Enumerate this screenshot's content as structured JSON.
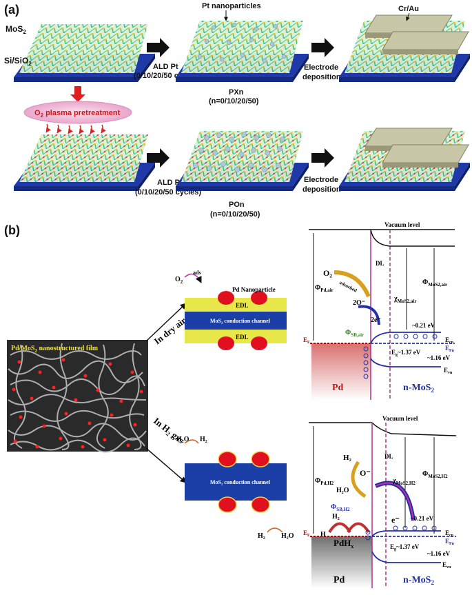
{
  "panel_a": {
    "label": "(a)",
    "mos2": "MoS",
    "mos2_sub": "2",
    "substrate": "Si/SiO",
    "substrate_sub": "2",
    "pt_nanoparticles": "Pt nanoparticles",
    "cr_au": "Cr/Au",
    "ald_pt": "ALD Pt",
    "cycles": "(0/10/20/50 cycles)",
    "pxn": "PXn",
    "pxn_n": "(n=0/10/20/50)",
    "electrode_1": "Electrode",
    "electrode_2": "deposition",
    "o2_plasma_a": "O",
    "o2_plasma_sub": "2",
    "o2_plasma_b": " plasma pretreatment",
    "pon": "POn",
    "pon_n": "(n=0/10/20/50)"
  },
  "panel_b": {
    "label": "(b)",
    "film_a": "Pd/MoS",
    "film_sub": "2",
    "film_b": " nanostructured film",
    "in_dry_air": "In dry air",
    "in_h2_a": "In H",
    "in_h2_sub": "2",
    "in_h2_b": " gas",
    "o2_ads_o": "O",
    "o2_ads_sub": "2",
    "ads": "ads",
    "pd_nanoparticle": "Pd Nanoparticle",
    "edl": "EDL",
    "channel": "MoS₂ conduction channel",
    "h2o_top": "H₂O",
    "h2_top": "H₂",
    "h2_bottom": "H₂",
    "h2o_bottom": "H₂O"
  },
  "band_air": {
    "vacuum": "Vacuum level",
    "dl": "DL",
    "o2": "O₂",
    "adsorbed": "adsorbed",
    "two_o": "2O⁻",
    "two_e": "2e⁻",
    "phi_pd": "Φ",
    "phi_pd_sub": "Pd,air",
    "phi_sb": "Φ",
    "phi_sb_sub": "SB,air",
    "chi": "χ",
    "chi_sub": "MoS2,air",
    "phi_mos2": "Φ",
    "phi_mos2_sub": "MoS2,air",
    "ev021": "~0.21 eV",
    "ecn": "E",
    "ecn_sub": "cn",
    "efn": "E",
    "efn_sub": "Fn",
    "eg": "E",
    "eg_sub": "g",
    "eg_val": "~1.37 eV",
    "ev116": "~1.16 eV",
    "evn": "E",
    "evn_sub": "vn",
    "ef": "E",
    "ef_sub": "F",
    "pd": "Pd",
    "nmos2": "n-MoS",
    "nmos2_sub": "2"
  },
  "band_h2": {
    "vacuum": "Vacuum level",
    "dl": "DL",
    "h2": "H₂",
    "o_minus": "O⁻",
    "h2o": "H₂O",
    "e_minus": "e⁻",
    "h2_lower": "H₂",
    "h_plus": "H",
    "pdhx": "PdH",
    "pdhx_sub": "x",
    "phi_pd": "Φ",
    "phi_pd_sub": "Pd,H2",
    "phi_sb": "Φ",
    "phi_sb_sub": "SB,H2",
    "chi": "χ",
    "chi_sub": "MoS2,H2",
    "phi_mos2": "Φ",
    "phi_mos2_sub": "MoS2,H2",
    "ev021": "~0.21 eV",
    "ecn": "E",
    "ecn_sub": "cn",
    "efn": "E",
    "efn_sub": "Fn",
    "eg": "E",
    "eg_sub": "g",
    "eg_val": "~1.37 eV",
    "ev116": "~1.16 eV",
    "evn": "E",
    "evn_sub": "vn",
    "ef": "E",
    "ef_sub": "F",
    "pd": "Pd",
    "nmos2": "n-MoS",
    "nmos2_sub": "2"
  },
  "colors": {
    "substrate": "#1f3aa8",
    "mos2_lattice": "#2fbf6a",
    "arrow": "#111111",
    "plasma_ellipse": "#f2b8d8",
    "plasma_arrow": "#e02020",
    "channel": "#1b3fa6",
    "edl": "#e8e84a",
    "pd_particle": "#e01020",
    "band_blue": "#2430a8",
    "interface": "#b0308f",
    "fermi_red": "#c00000"
  }
}
